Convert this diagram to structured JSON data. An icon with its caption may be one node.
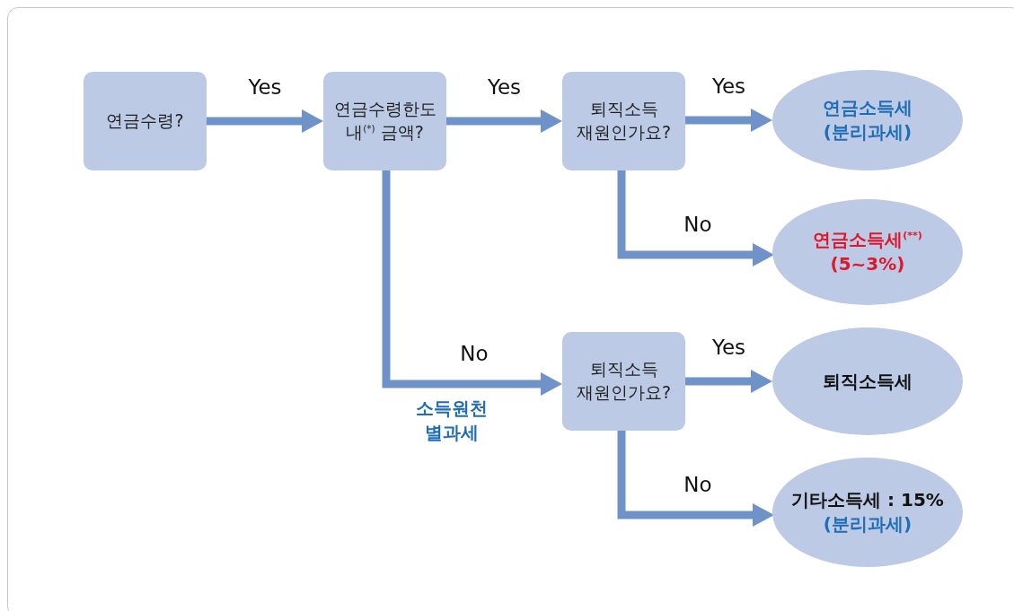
{
  "diagram": {
    "nodes": [
      {
        "text": [
          "연금수령?"
        ]
      },
      {
        "text": [
          "연금수령한도 내$^{(*)}$ 금액?"
        ]
      },
      {
        "text": [
          "퇴직소득 재원인가요?"
        ]
      },
      {
        "text": [
          "연금소득세 (분리과세)"
        ]
      },
      {
        "text": [
          "연금소득세$^{(**)}$ (5~3%)"
        ]
      },
      {
        "text": [
          "퇴직소득 재원인가요?"
        ]
      },
      {
        "text": [
          "퇴직소득세"
        ]
      },
      {
        "text": [
          "기타소득세 : 15%",
          "(분리과세)"
        ]
      }
    ],
    "edges": [
      {
        "from": 0,
        "to": 1,
        "arrow": "to",
        "label": "Yes"
      },
      {
        "from": 1,
        "to": 2,
        "arrow": "to",
        "label": "Yes"
      },
      {
        "from": 2,
        "to": 3,
        "arrow": "to",
        "label": "Yes"
      },
      {
        "from": 2,
        "to": 4,
        "arrow": "to",
        "label": "No"
      },
      {
        "from": 1,
        "to": 5,
        "arrow": "to",
        "label": "No"
      },
      {
        "from": 5,
        "to": 6,
        "arrow": "to",
        "label": "Yes"
      },
      {
        "from": 5,
        "to": 7,
        "arrow": "to",
        "label": "No"
      }
    ],
    "labels": [
      "소득원천 별과세"
    ]
  }
}
